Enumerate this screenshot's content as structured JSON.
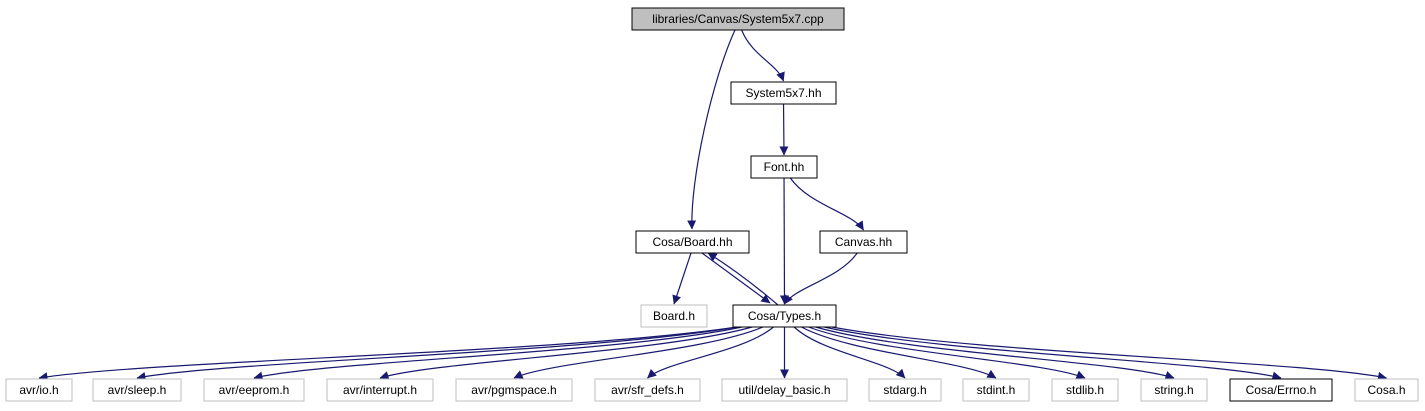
{
  "graph": {
    "colors": {
      "edge": "#191970",
      "border_documented": "#000000",
      "border_external": "#bfbfbf",
      "root_fill": "#bfbfbf",
      "fill": "#ffffff"
    },
    "nodes": [
      {
        "id": "root",
        "label": "libraries/Canvas/System5x7.cpp",
        "kind": "root"
      },
      {
        "id": "system5x7",
        "label": "System5x7.hh",
        "kind": "documented"
      },
      {
        "id": "font",
        "label": "Font.hh",
        "kind": "documented"
      },
      {
        "id": "board_hh",
        "label": "Cosa/Board.hh",
        "kind": "documented"
      },
      {
        "id": "canvas",
        "label": "Canvas.hh",
        "kind": "documented"
      },
      {
        "id": "board_h",
        "label": "Board.h",
        "kind": "external"
      },
      {
        "id": "types",
        "label": "Cosa/Types.h",
        "kind": "documented"
      },
      {
        "id": "io",
        "label": "avr/io.h",
        "kind": "external"
      },
      {
        "id": "sleep",
        "label": "avr/sleep.h",
        "kind": "external"
      },
      {
        "id": "eeprom",
        "label": "avr/eeprom.h",
        "kind": "external"
      },
      {
        "id": "interrupt",
        "label": "avr/interrupt.h",
        "kind": "external"
      },
      {
        "id": "pgmspace",
        "label": "avr/pgmspace.h",
        "kind": "external"
      },
      {
        "id": "sfr",
        "label": "avr/sfr_defs.h",
        "kind": "external"
      },
      {
        "id": "delay",
        "label": "util/delay_basic.h",
        "kind": "external"
      },
      {
        "id": "stdarg",
        "label": "stdarg.h",
        "kind": "external"
      },
      {
        "id": "stdint",
        "label": "stdint.h",
        "kind": "external"
      },
      {
        "id": "stdlib",
        "label": "stdlib.h",
        "kind": "external"
      },
      {
        "id": "string",
        "label": "string.h",
        "kind": "external"
      },
      {
        "id": "errno",
        "label": "Cosa/Errno.h",
        "kind": "documented"
      },
      {
        "id": "cosa",
        "label": "Cosa.h",
        "kind": "external"
      }
    ],
    "edges": [
      {
        "from": "root",
        "to": "system5x7"
      },
      {
        "from": "root",
        "to": "board_hh"
      },
      {
        "from": "system5x7",
        "to": "font"
      },
      {
        "from": "font",
        "to": "canvas"
      },
      {
        "from": "font",
        "to": "types"
      },
      {
        "from": "board_hh",
        "to": "board_h"
      },
      {
        "from": "board_hh",
        "to": "types"
      },
      {
        "from": "types",
        "to": "board_hh"
      },
      {
        "from": "canvas",
        "to": "types"
      },
      {
        "from": "types",
        "to": "io"
      },
      {
        "from": "types",
        "to": "sleep"
      },
      {
        "from": "types",
        "to": "eeprom"
      },
      {
        "from": "types",
        "to": "interrupt"
      },
      {
        "from": "types",
        "to": "pgmspace"
      },
      {
        "from": "types",
        "to": "sfr"
      },
      {
        "from": "types",
        "to": "delay"
      },
      {
        "from": "types",
        "to": "stdarg"
      },
      {
        "from": "types",
        "to": "stdint"
      },
      {
        "from": "types",
        "to": "stdlib"
      },
      {
        "from": "types",
        "to": "string"
      },
      {
        "from": "types",
        "to": "errno"
      },
      {
        "from": "types",
        "to": "cosa"
      }
    ]
  }
}
